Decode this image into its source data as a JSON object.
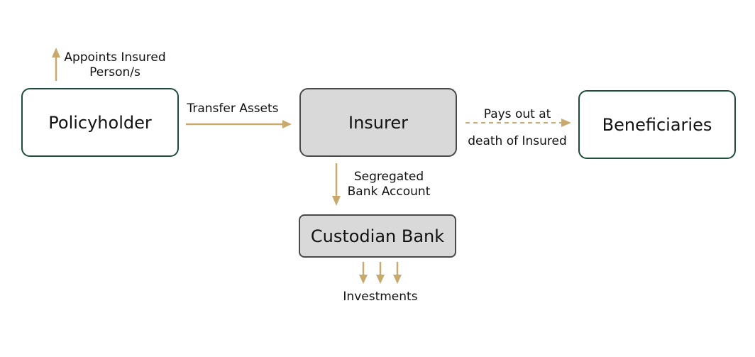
{
  "nodes": {
    "policyholder": "Policyholder",
    "insurer": "Insurer",
    "beneficiaries": "Beneficiaries",
    "custodian_bank": "Custodian Bank"
  },
  "edges": {
    "appoints_line1": "Appoints Insured",
    "appoints_line2": "Person/s",
    "transfer_assets": "Transfer Assets",
    "pays_out_line1": "Pays out at",
    "pays_out_line2": "death of Insured",
    "segregated_line1": "Segregated",
    "segregated_line2": "Bank Account",
    "investments": "Investments"
  },
  "colors": {
    "arrow": "#c8aa6e",
    "outline_border": "#1e4d3a",
    "filled_box": "#d9d9d9",
    "filled_border": "#4a4a4a"
  }
}
